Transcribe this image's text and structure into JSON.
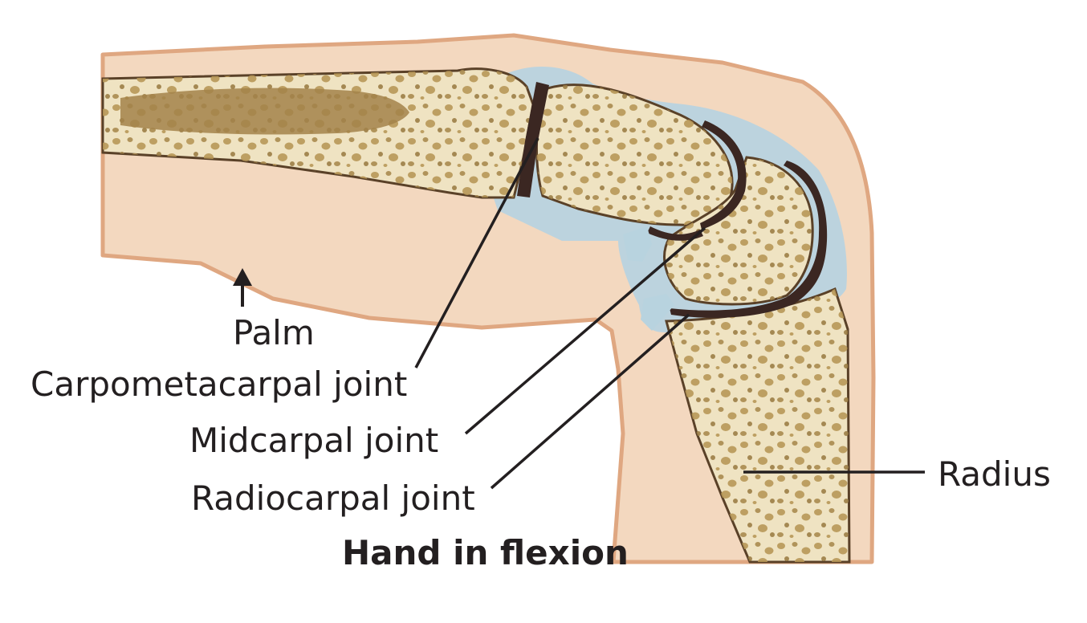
{
  "labels": {
    "palm": "Palm",
    "carpometacarpal": "Carpometacarpal joint",
    "midcarpal": "Midcarpal joint",
    "radiocarpal": "Radiocarpal joint",
    "radius": "Radius",
    "caption": "Hand in flexion"
  },
  "colors": {
    "skin": "#f3d8bf",
    "skin_edge": "#dfa781",
    "bone": "#efe3c2",
    "trabecular": "#b79757",
    "marrow": "#a3824a",
    "cartilage": "#b8d3df",
    "joint_space": "#3b2722",
    "leader_line": "#231f20"
  }
}
